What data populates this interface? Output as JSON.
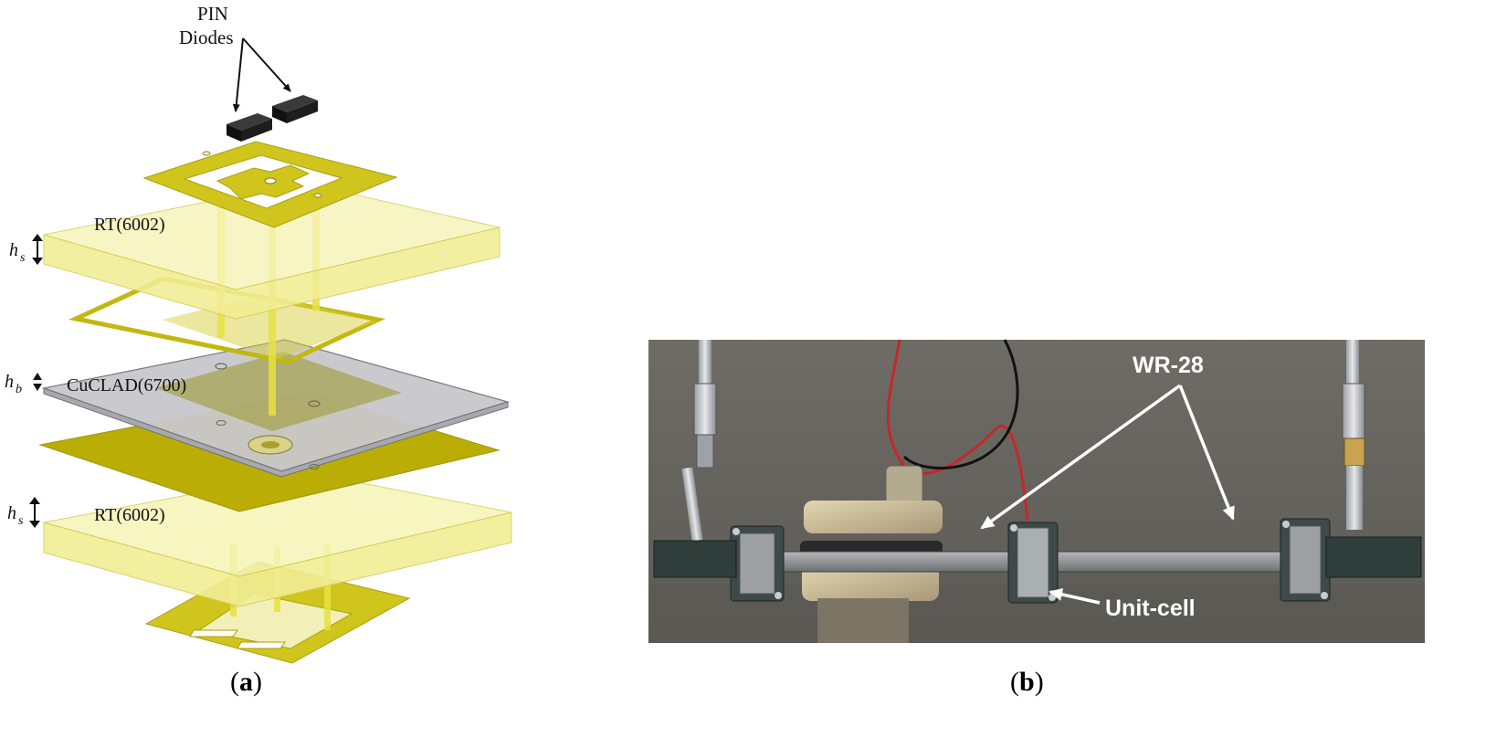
{
  "panel_a": {
    "pin_label_line1": "PIN",
    "pin_label_line2": "Diodes",
    "hs_label_top": "h",
    "hs_sub_top": "s",
    "hb_label": "h",
    "hb_sub": "b",
    "hs_label_bottom": "h",
    "hs_sub_bottom": "s",
    "layer_rt_top": "RT(6002)",
    "layer_cuclad": "CuCLAD(6700)",
    "layer_rt_bottom": "RT(6002)",
    "caption_open": "(",
    "caption_letter": "a",
    "caption_close": ")"
  },
  "panel_b": {
    "label_waveguide": "WR-28",
    "label_unitcell": "Unit-cell",
    "caption_open": "(",
    "caption_letter": "b",
    "caption_close": ")"
  },
  "colors": {
    "substrate_fill": "#f2f0a0",
    "copper_gold": "#cfc51c",
    "copper_dark": "#a99f10",
    "via": "#e8e040",
    "bonding_gray": "#c8c8cc",
    "diode_black": "#111111",
    "photo_bg": "#6c6a64",
    "arrow_white": "#ffffff"
  }
}
